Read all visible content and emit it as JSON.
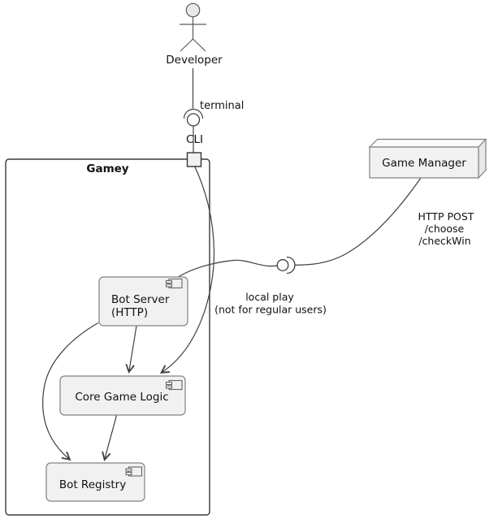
{
  "diagram": {
    "actor": {
      "label": "Developer"
    },
    "interfaces": {
      "terminal_label": "terminal",
      "cli_label": "CLI"
    },
    "package": {
      "title": "Gamey"
    },
    "components": {
      "bot_server": {
        "line1": "Bot Server",
        "line2": "(HTTP)"
      },
      "core_game_logic": {
        "label": "Core Game Logic"
      },
      "bot_registry": {
        "label": "Bot Registry"
      }
    },
    "node": {
      "label": "Game Manager"
    },
    "edge_labels": {
      "http_post": {
        "line1": "HTTP POST",
        "line2": "/choose",
        "line3": "/checkWin"
      },
      "local_play": {
        "line1": "local play",
        "line2": "(not for regular users)"
      }
    },
    "colors": {
      "shape_fill": "#f1f1f1",
      "shape_border": "#808080",
      "package_border": "#383838",
      "edge_line": "#3f3f3f",
      "text": "#111111",
      "background": "#ffffff"
    }
  }
}
